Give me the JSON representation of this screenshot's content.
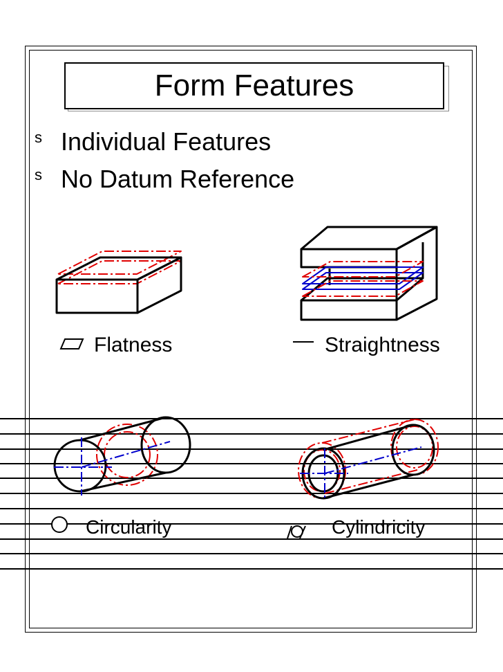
{
  "title": "Form Features",
  "bullets": [
    {
      "marker": "s",
      "text": "Individual Features"
    },
    {
      "marker": "s",
      "text": "No Datum Reference"
    }
  ],
  "features": {
    "flatness": {
      "label": "Flatness",
      "icon": "parallelogram-icon"
    },
    "straightness": {
      "label": "Straightness",
      "icon": "line-icon"
    },
    "circularity": {
      "label": "Circularity",
      "icon": "circle-icon"
    },
    "cylindricity": {
      "label": "Cylindricity",
      "icon": "cylindricity-icon"
    }
  },
  "colors": {
    "outline": "#000000",
    "tolerance": "#e00000",
    "axis": "#0000cc"
  }
}
